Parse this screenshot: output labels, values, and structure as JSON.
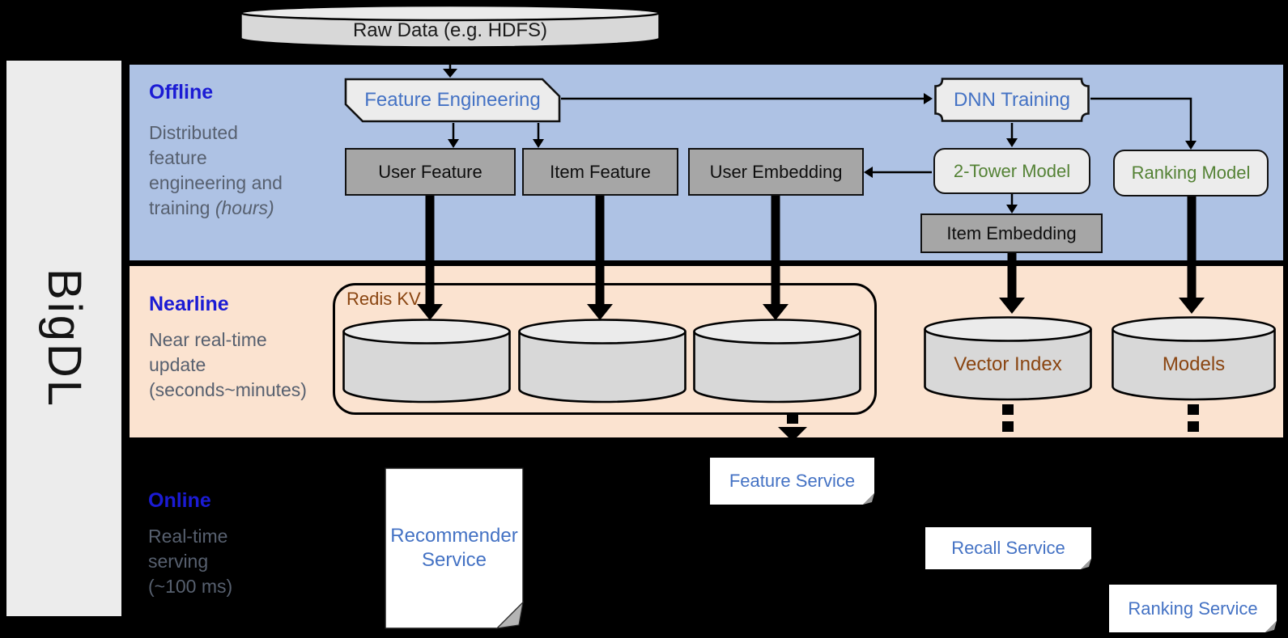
{
  "brand": {
    "label": "BigDL"
  },
  "raw_data": {
    "label": "Raw Data (e.g. HDFS)"
  },
  "sections": {
    "offline": {
      "title": "Offline",
      "desc1": "Distributed",
      "desc2": "feature",
      "desc3": "engineering and",
      "desc4_plain": "training ",
      "desc4_italic": "(hours)"
    },
    "nearline": {
      "title": "Nearline",
      "desc1": "Near real-time",
      "desc2": "update",
      "desc3_italic": "(seconds~minutes)"
    },
    "online": {
      "title": "Online",
      "desc1": "Real-time",
      "desc2": "serving",
      "desc3_italic": "(~100 ms)"
    }
  },
  "nodes": {
    "feature_engineering": "Feature Engineering",
    "dnn_training": "DNN Training",
    "user_feature": "User Feature",
    "item_feature": "Item Feature",
    "user_embedding": "User Embedding",
    "two_tower_model": "2-Tower Model",
    "ranking_model": "Ranking Model",
    "item_embedding": "Item Embedding",
    "redis_kv": "Redis KV",
    "vector_index": "Vector Index",
    "models": "Models",
    "feature_service": "Feature Service",
    "recall_service": "Recall Service",
    "ranking_service": "Ranking Service",
    "recommender_line1": "Recommender",
    "recommender_line2": "Service"
  },
  "colors": {
    "background": "#000000",
    "offline_band": "#aec2e4",
    "nearline_band": "#fbe3d0",
    "sidebar": "#ececec",
    "section_title_blue": "#1b1bd4",
    "node_text_blue": "#4472c4",
    "model_text_green": "#548235",
    "store_text_brown": "#8a4511",
    "gray_box": "#a6a6a6",
    "light_shape": "#ececec",
    "cylinder_body": "#d8d8d8"
  }
}
